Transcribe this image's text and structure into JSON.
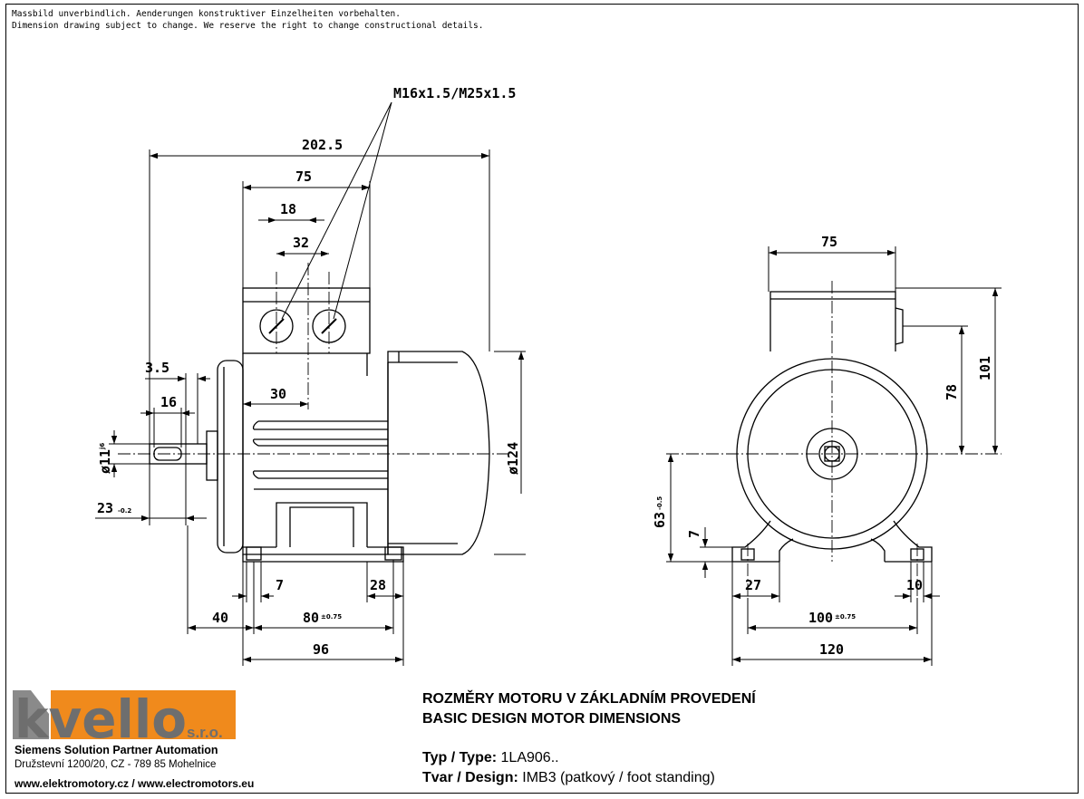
{
  "notes": {
    "de": "Massbild unverbindlich. Aenderungen konstruktiver Einzelheiten vorbehalten.",
    "en": "Dimension drawing subject to change. We reserve the right to change constructional details."
  },
  "side_view": {
    "thread_callout": "M16x1.5/M25x1.5",
    "overall_length": "202.5",
    "terminal_box_length": "75",
    "gland_spacing_a": "18",
    "gland_spacing_b": "32",
    "flange_offset": "3.5",
    "key_length": "16",
    "box_offset": "30",
    "shaft_diameter": "ø11",
    "shaft_tolerance": "j6",
    "shaft_length": "23",
    "shaft_length_tol": "-0.2",
    "housing_diameter": "ø124",
    "foot_hole_edge": "7",
    "foot_width": "28",
    "shaft_to_hole": "40",
    "hole_spacing": "80",
    "hole_spacing_tol": "±0.75",
    "base_length": "96"
  },
  "front_view": {
    "box_width": "75",
    "box_top_height": "101",
    "box_center_height": "78",
    "shaft_height": "63",
    "shaft_height_tol": "-0.5",
    "foot_thickness": "7",
    "foot_length": "27",
    "hole_diameter": "10",
    "hole_spacing": "100",
    "hole_spacing_tol": "±0.75",
    "base_width": "120"
  },
  "company": {
    "logo_text": "kvello",
    "legal_form": "s.r.o.",
    "partner": "Siemens Solution Partner Automation",
    "address": "Družstevní 1200/20, CZ - 789 85 Mohelnice",
    "web": "www.elektromotory.cz / www.electromotors.eu",
    "orange": "#f08a1c",
    "grey": "#8a8a8a"
  },
  "title": {
    "cz": "ROZMĚRY MOTORU V ZÁKLADNÍM PROVEDENÍ",
    "en": "BASIC DESIGN MOTOR DIMENSIONS"
  },
  "spec": {
    "type_label": "Typ / Type:",
    "type_value": "1LA906..",
    "design_label": "Tvar / Design:",
    "design_value": "IMB3 (patkový / foot standing)"
  }
}
